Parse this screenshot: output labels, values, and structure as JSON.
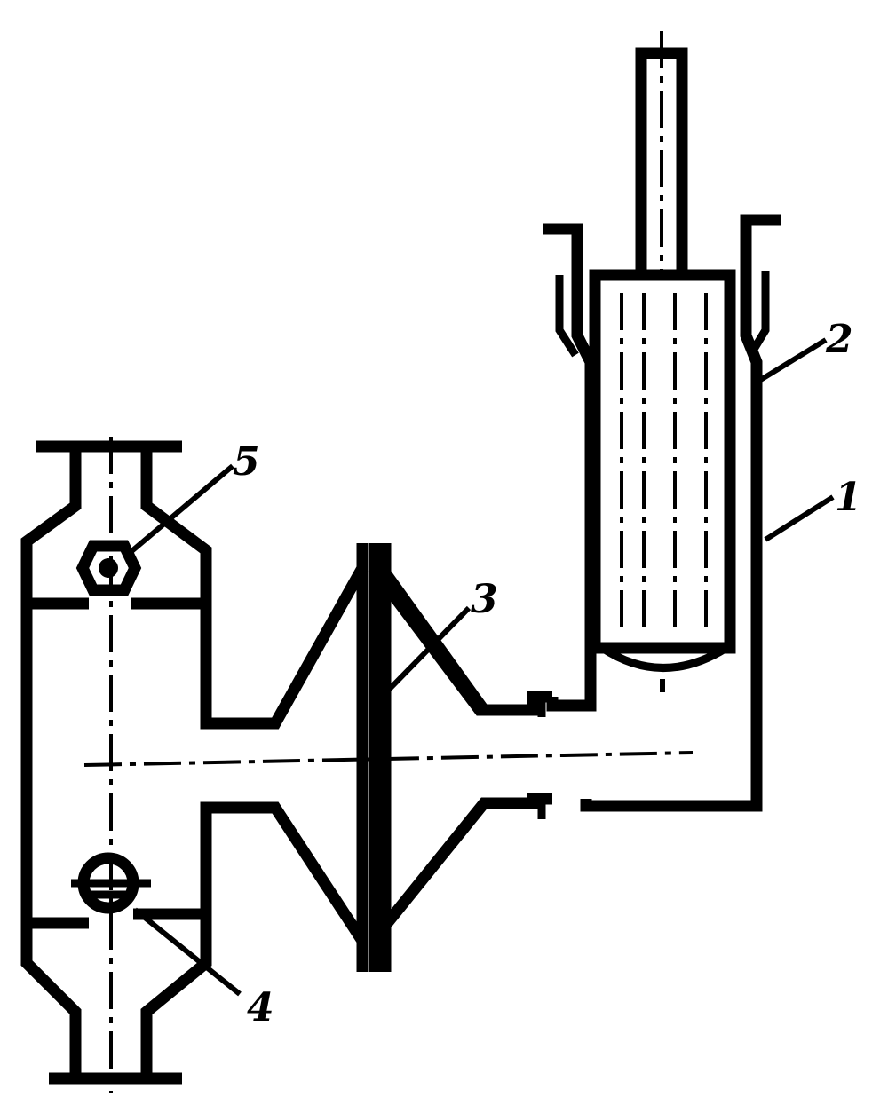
{
  "labels": {
    "l1": "1",
    "l2": "2",
    "l3": "3",
    "l4": "4",
    "l5": "5"
  },
  "colors": {
    "ink": "#000000",
    "paper": "#ffffff"
  }
}
